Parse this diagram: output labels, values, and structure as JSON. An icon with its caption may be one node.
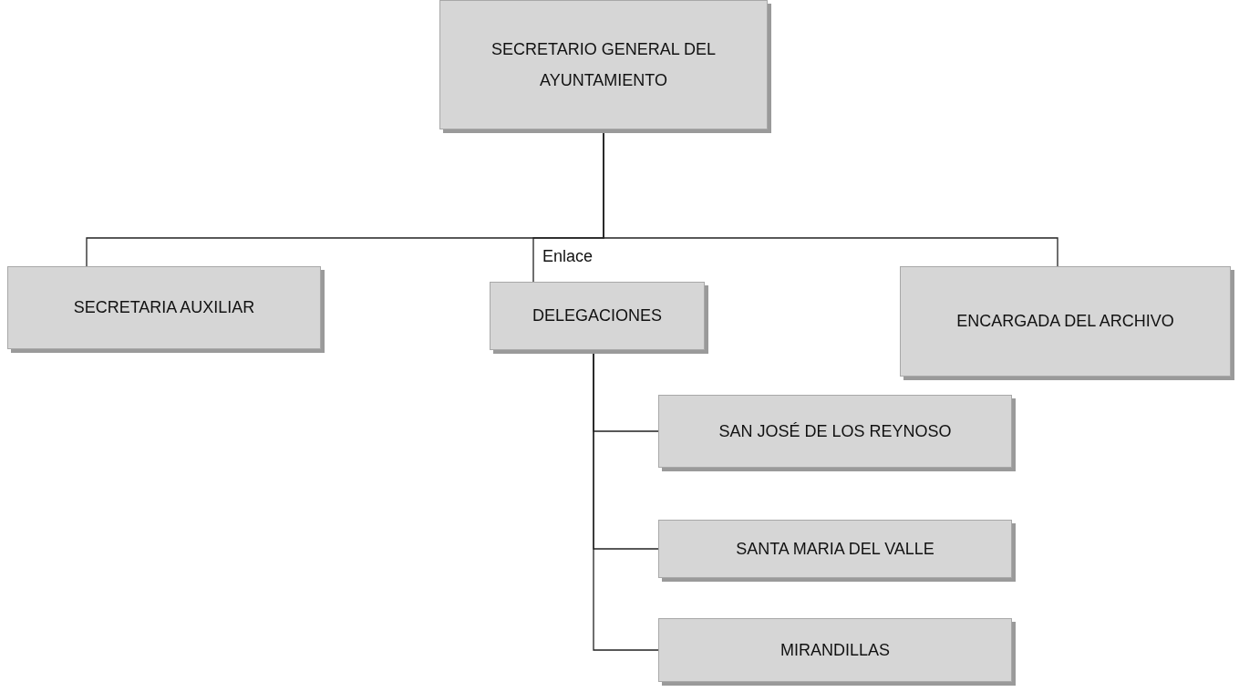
{
  "diagram": {
    "nodes": [
      {
        "text": [
          "SECRETARIO GENERAL DEL AYUNTAMIENTO"
        ]
      },
      {
        "text": [
          "SECRETARIA AUXILIAR"
        ]
      },
      {
        "text": [
          "DELEGACIONES"
        ]
      },
      {
        "text": [
          "ENCARGADA DEL ARCHIVO"
        ]
      },
      {
        "text": [
          "SAN JOSÉ DE LOS REYNOSO"
        ]
      },
      {
        "text": [
          "SANTA MARIA DEL VALLE"
        ]
      },
      {
        "text": [
          "MIRANDILLAS"
        ]
      }
    ],
    "edges": [
      {
        "from": 0,
        "to": 1,
        "arrow": "none"
      },
      {
        "from": 0,
        "to": 2,
        "arrow": "none",
        "label": "Enlace"
      },
      {
        "from": 0,
        "to": 3,
        "arrow": "none"
      },
      {
        "from": 2,
        "to": 4,
        "arrow": "none"
      },
      {
        "from": 2,
        "to": 5,
        "arrow": "none"
      },
      {
        "from": 2,
        "to": 6,
        "arrow": "none"
      }
    ]
  }
}
